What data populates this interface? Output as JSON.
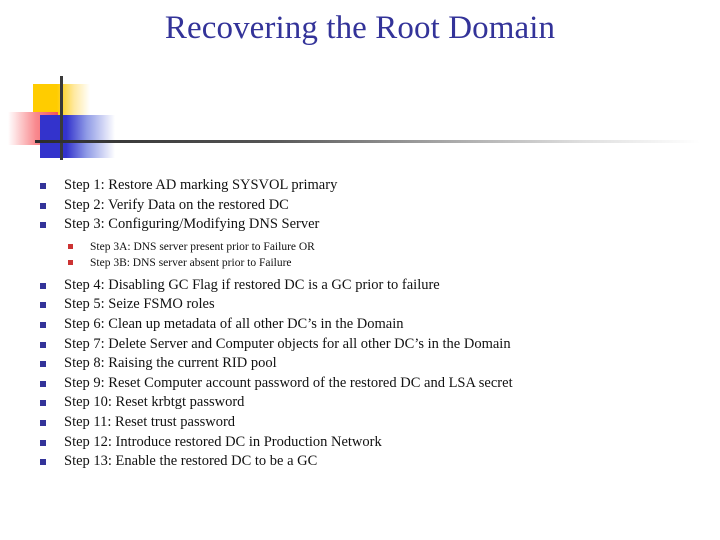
{
  "slide": {
    "title": "Recovering the Root Domain",
    "background_color": "#ffffff",
    "title_color": "#333399"
  },
  "decoration": {
    "yellow_color": "#FFCC00",
    "red_color": "#F4525B",
    "blue_color": "#3333CC",
    "line_color": "#3A3A3A"
  },
  "bullets": {
    "marker_color": "#333399",
    "sub_marker_color": "#CC3333",
    "items": [
      {
        "label": "Step 1: Restore AD marking SYSVOL primary"
      },
      {
        "label": "Step 2: Verify Data on the restored DC"
      },
      {
        "label": "Step 3: Configuring/Modifying DNS Server"
      }
    ],
    "sub_items": [
      {
        "label": "Step 3A: DNS server present prior to Failure OR"
      },
      {
        "label": "Step 3B: DNS server absent prior to Failure"
      }
    ],
    "items_after": [
      {
        "label": "Step 4: Disabling GC Flag if restored DC is a GC prior to failure"
      },
      {
        "label": "Step 5: Seize FSMO roles"
      },
      {
        "label": "Step 6: Clean up metadata of all other DC’s in the Domain"
      },
      {
        "label": "Step 7: Delete Server and Computer objects for all other DC’s in the Domain"
      },
      {
        "label": "Step 8: Raising the current RID pool"
      },
      {
        "label": "Step 9: Reset Computer account password of the restored DC and LSA secret"
      },
      {
        "label": "Step 10: Reset krbtgt password"
      },
      {
        "label": "Step 11: Reset trust password"
      },
      {
        "label": "Step 12: Introduce restored DC in Production Network"
      },
      {
        "label": "Step 13: Enable the restored DC to be a GC"
      }
    ]
  }
}
